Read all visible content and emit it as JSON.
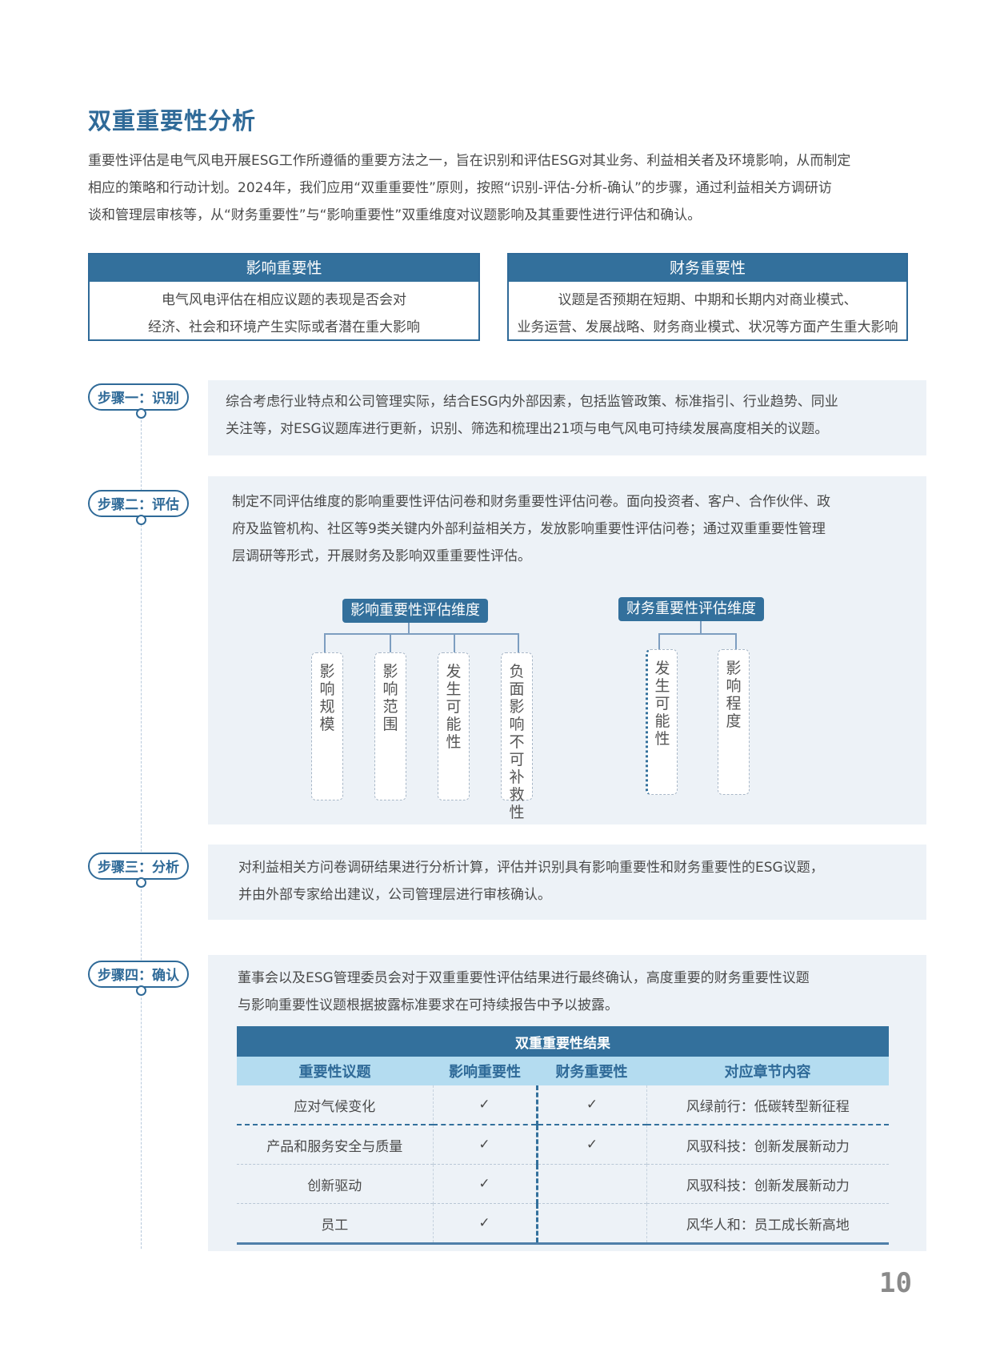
{
  "title": "双重重要性分析",
  "intro": [
    "重要性评估是电气风电开展ESG工作所遵循的重要方法之一，旨在识别和评估ESG对其业务、利益相关者及环境影响，从而制定",
    "相应的策略和行动计划。2024年，我们应用“双重重要性”原则，按照“识别-评估-分析-确认”的步骤，通过利益相关方调研访",
    "谈和管理层审核等，从“财务重要性”与“影响重要性”双重维度对议题影响及其重要性进行评估和确认。"
  ],
  "definitions": {
    "impact": {
      "header": "影响重要性",
      "lines": [
        "电气风电评估在相应议题的表现是否会对",
        "经济、社会和环境产生实际或者潜在重大影响"
      ]
    },
    "financial": {
      "header": "财务重要性",
      "lines": [
        "议题是否预期在短期、中期和长期内对商业模式、",
        "业务运营、发展战略、财务商业模式、状况等方面产生重大影响"
      ]
    }
  },
  "steps": [
    {
      "label": "步骤一：识别",
      "lines": [
        "综合考虑行业特点和公司管理实际，结合ESG内外部因素，包括监管政策、标准指引、行业趋势、同业",
        "关注等，对ESG议题库进行更新，识别、筛选和梳理出21项与电气风电可持续发展高度相关的议题。"
      ]
    },
    {
      "label": "步骤二：评估",
      "lines": [
        "制定不同评估维度的影响重要性评估问卷和财务重要性评估问卷。面向投资者、客户、合作伙伴、政",
        "府及监管机构、社区等9类关键内外部利益相关方，发放影响重要性评估问卷；通过双重重要性管理",
        "层调研等形式，开展财务及影响双重重要性评估。"
      ],
      "dimensions": {
        "impact": {
          "title": "影响重要性评估维度",
          "items": [
            "影响规模",
            "影响范围",
            "发生可能性",
            "负面影响不可补救性"
          ]
        },
        "financial": {
          "title": "财务重要性评估维度",
          "items": [
            "发生可能性",
            "影响程度"
          ]
        }
      }
    },
    {
      "label": "步骤三：分析",
      "lines": [
        "对利益相关方问卷调研结果进行分析计算，评估并识别具有影响重要性和财务重要性的ESG议题，",
        "并由外部专家给出建议，公司管理层进行审核确认。"
      ]
    },
    {
      "label": "步骤四：确认",
      "lines": [
        "董事会以及ESG管理委员会对于双重重要性评估结果进行最终确认，高度重要的财务重要性议题",
        "与影响重要性议题根据披露标准要求在可持续报告中予以披露。"
      ]
    }
  ],
  "results_table": {
    "caption": "双重重要性结果",
    "columns": [
      "重要性议题",
      "影响重要性",
      "财务重要性",
      "对应章节内容"
    ],
    "rows": [
      {
        "topic": "应对气候变化",
        "impact": "✓",
        "financial": "✓",
        "chapter": "风绿前行：低碳转型新征程"
      },
      {
        "topic": "产品和服务安全与质量",
        "impact": "✓",
        "financial": "✓",
        "chapter": "风驭科技：创新发展新动力"
      },
      {
        "topic": "创新驱动",
        "impact": "✓",
        "financial": "",
        "chapter": "风驭科技：创新发展新动力"
      },
      {
        "topic": "员工",
        "impact": "✓",
        "financial": "",
        "chapter": "风华人和：员工成长新高地"
      }
    ]
  },
  "page_number": "10",
  "colors": {
    "primary": "#33709c",
    "title": "#2f6a98",
    "panel_bg": "#edf2f7",
    "table_header_bg": "#b4dcf0"
  }
}
